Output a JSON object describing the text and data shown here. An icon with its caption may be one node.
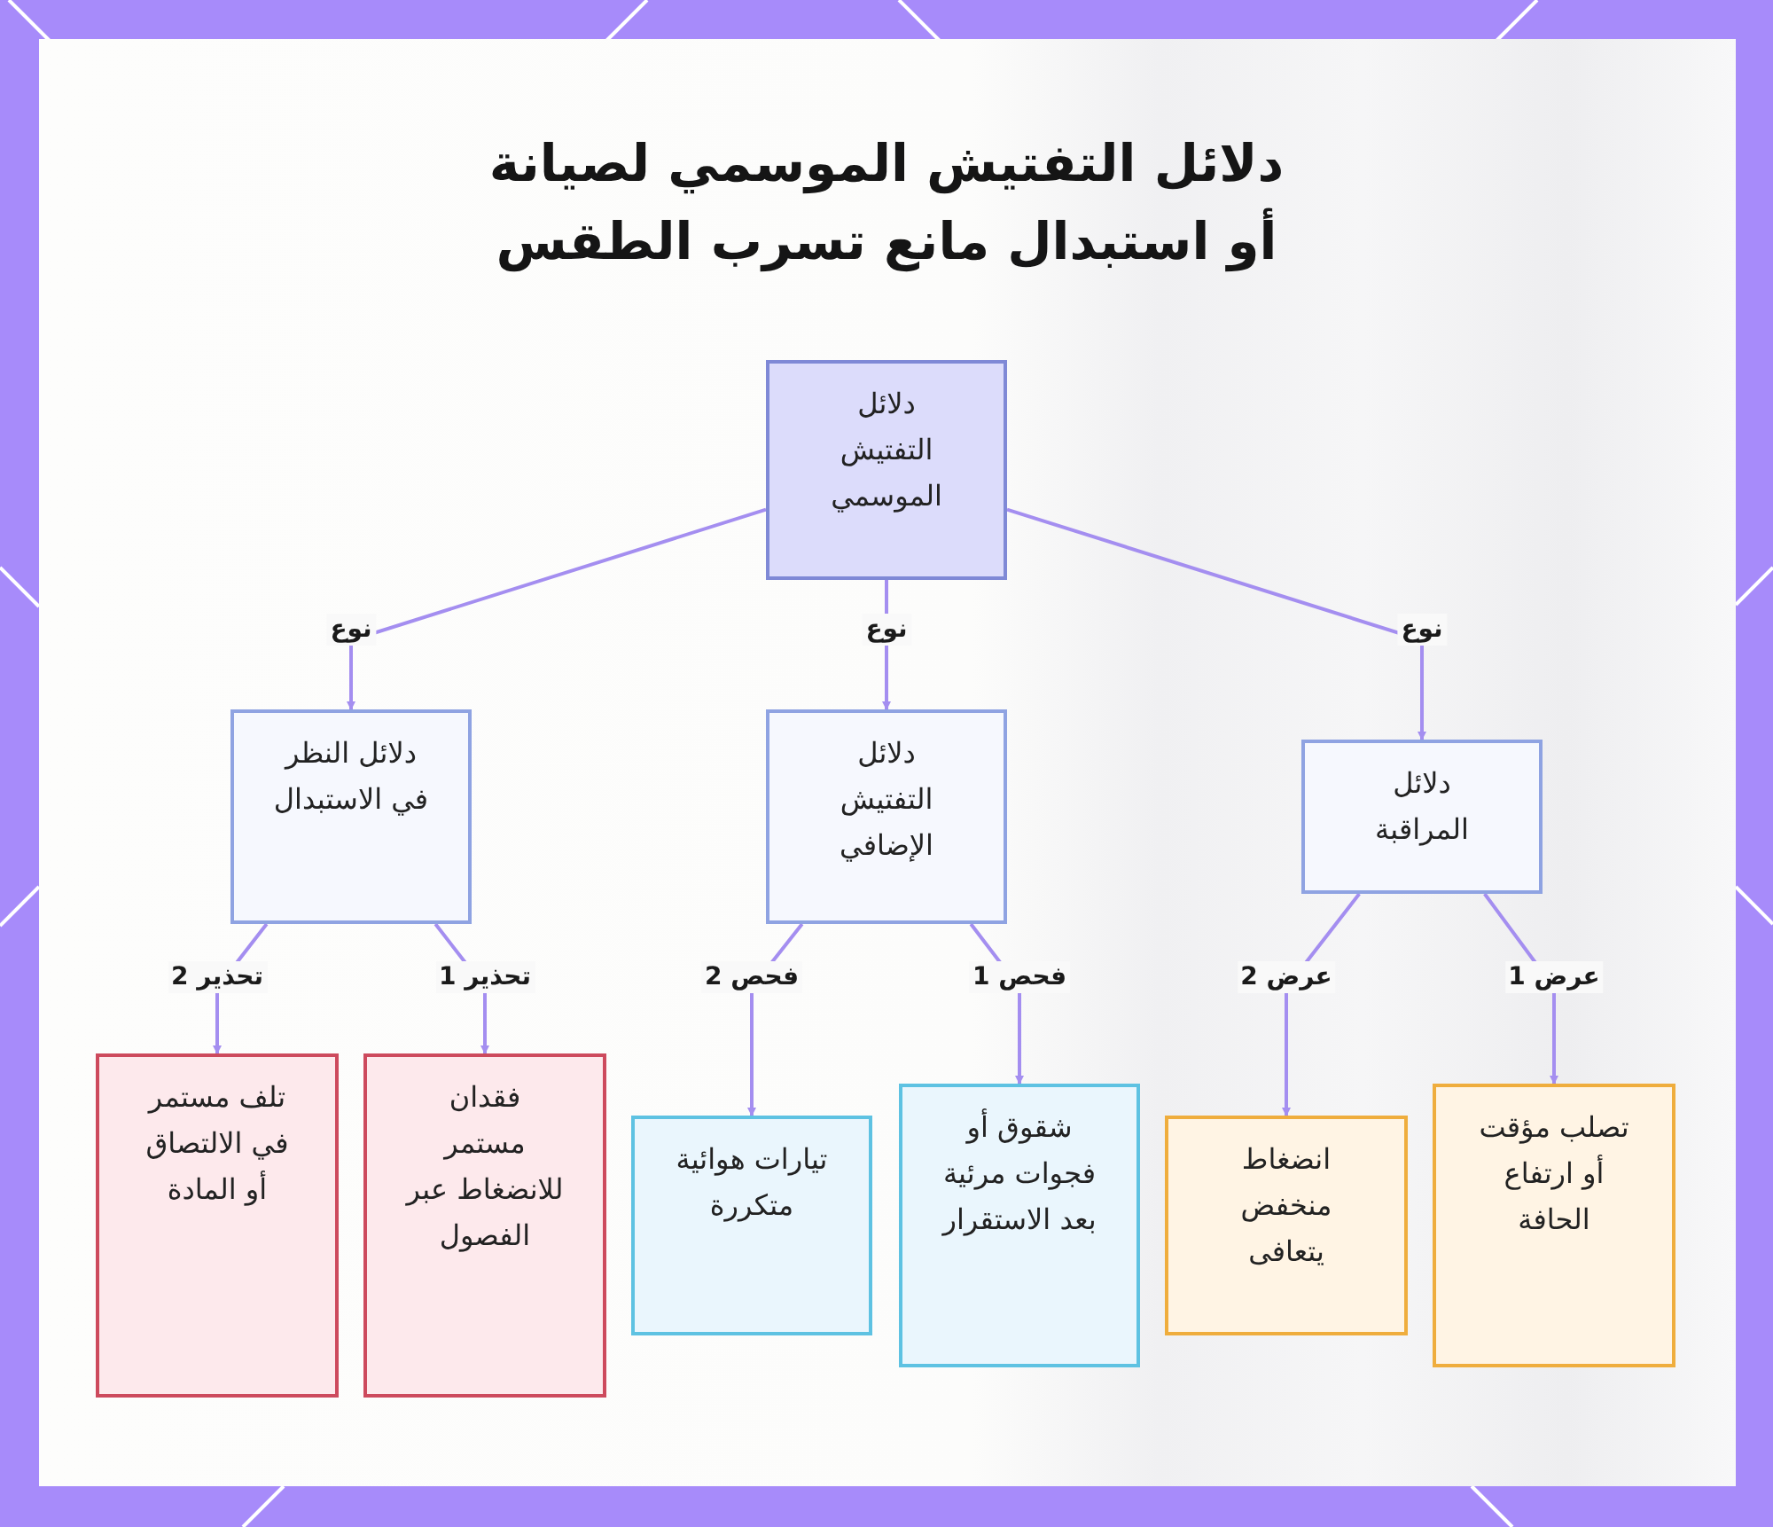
{
  "diagram": {
    "title": "دلائل التفتيش الموسمي لصيانة أو استبدال مانع تسرب الطقس",
    "nodes": [
      {
        "text": [
          "دلائل التفتيش الموسمي"
        ]
      },
      {
        "text": [
          "دلائل المراقبة"
        ]
      },
      {
        "text": [
          "دلائل التفتيش الإضافي"
        ]
      },
      {
        "text": [
          "دلائل النظر في الاستبدال"
        ]
      },
      {
        "text": [
          "تصلب مؤقت أو ارتفاع الحافة"
        ]
      },
      {
        "text": [
          "انضغاط منخفض يتعافى"
        ]
      },
      {
        "text": [
          "شقوق أو فجوات مرئية بعد الاستقرار"
        ]
      },
      {
        "text": [
          "تيارات هوائية متكررة"
        ]
      },
      {
        "text": [
          "فقدان مستمر للانضغاط عبر الفصول"
        ]
      },
      {
        "text": [
          "تلف مستمر في الالتصاق أو المادة"
        ]
      }
    ],
    "edges": [
      {
        "from": 0,
        "to": 1,
        "arrow": "to",
        "label": "نوع"
      },
      {
        "from": 0,
        "to": 2,
        "arrow": "to",
        "label": "نوع"
      },
      {
        "from": 0,
        "to": 3,
        "arrow": "to",
        "label": "نوع"
      },
      {
        "from": 1,
        "to": 4,
        "arrow": "to",
        "label": "عرض 1"
      },
      {
        "from": 1,
        "to": 5,
        "arrow": "to",
        "label": "عرض 2"
      },
      {
        "from": 2,
        "to": 6,
        "arrow": "to",
        "label": "فحص 1"
      },
      {
        "from": 2,
        "to": 7,
        "arrow": "to",
        "label": "فحص 2"
      },
      {
        "from": 3,
        "to": 8,
        "arrow": "to",
        "label": "تحذير 1"
      },
      {
        "from": 3,
        "to": 9,
        "arrow": "to",
        "label": "تحذير 2"
      }
    ]
  }
}
